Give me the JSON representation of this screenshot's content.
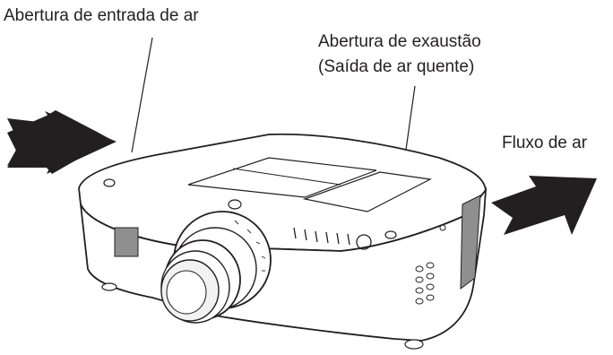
{
  "labels": {
    "intake": "Abertura de entrada de ar",
    "exhaust_line1": "Abertura de exaustão",
    "exhaust_line2": "(Saída de ar quente)",
    "airflow": "Fluxo de ar"
  },
  "colors": {
    "arrow_fill": "#231f20",
    "outline": "#231f20",
    "body_fill": "#ffffff"
  },
  "icons": {
    "intake_arrow": "arrow-right-icon",
    "outflow_arrow": "arrow-up-right-icon"
  }
}
